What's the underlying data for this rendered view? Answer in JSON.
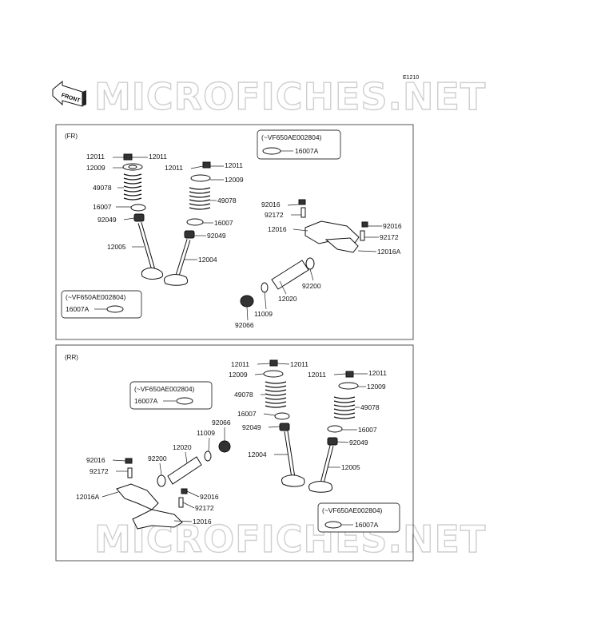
{
  "code": "E1210",
  "watermark": "MICROFICHES.NET",
  "front_arrow": "FRONT",
  "sections": {
    "fr": {
      "tag": "(FR)",
      "notes": [
        {
          "title": "(~VF650AE002804)",
          "part": "16007A"
        },
        {
          "title": "(~VF650AE002804)",
          "part": "16007A"
        }
      ],
      "labels": [
        "12011",
        "12011",
        "12009",
        "49078",
        "16007",
        "92049",
        "12005",
        "12011",
        "12011",
        "12009",
        "49078",
        "16007",
        "92049",
        "12004",
        "92016",
        "92172",
        "12016",
        "92016",
        "92172",
        "12016A",
        "92200",
        "12020",
        "11009",
        "92066"
      ]
    },
    "rr": {
      "tag": "(RR)",
      "notes": [
        {
          "title": "(~VF650AE002804)",
          "part": "16007A"
        },
        {
          "title": "(~VF650AE002804)",
          "part": "16007A"
        }
      ],
      "labels": [
        "12011",
        "12011",
        "12009",
        "49078",
        "16007",
        "92049",
        "12004",
        "12011",
        "12011",
        "12009",
        "49078",
        "16007",
        "92049",
        "12005",
        "92066",
        "11009",
        "12020",
        "92200",
        "92016",
        "92172",
        "12016A",
        "92016",
        "92172",
        "12016"
      ]
    }
  }
}
